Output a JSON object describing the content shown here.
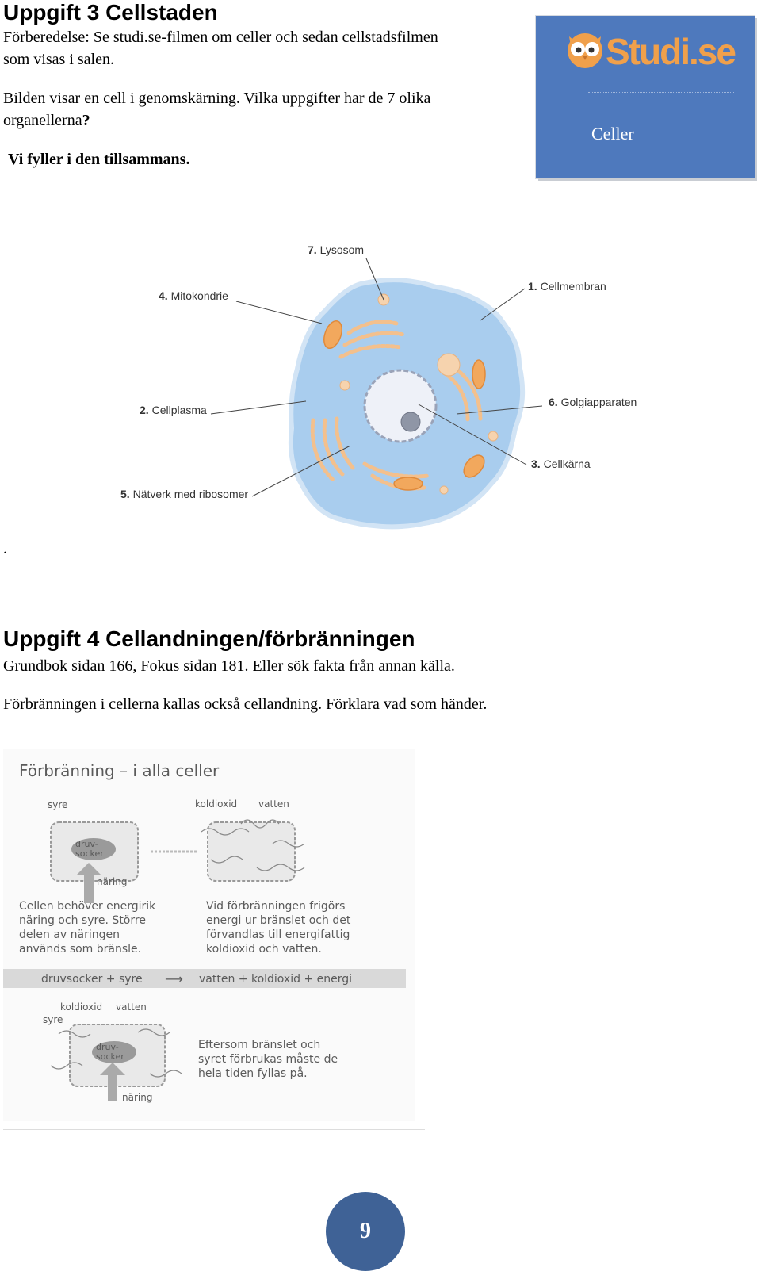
{
  "task3": {
    "title": "Uppgift 3 Cellstaden",
    "prep_line1": "Förberedelse: Se studi.se-filmen om celler och sedan cellstadsfilmen",
    "prep_line2": "som visas i salen.",
    "q_line1": "Bilden visar en cell i genomskärning. Vilka uppgifter har de 7 olika",
    "q_line2": "organellerna",
    "q_mark": "?",
    "together": "Vi fyller i den tillsammans."
  },
  "studi_card": {
    "logo_text": "Studi.se",
    "caption": "Celler"
  },
  "cell_diagram": {
    "labels": [
      {
        "num": "7.",
        "name": "Lysosom"
      },
      {
        "num": "4.",
        "name": "Mitokondrie"
      },
      {
        "num": "1.",
        "name": "Cellmembran"
      },
      {
        "num": "6.",
        "name": "Golgiapparaten"
      },
      {
        "num": "2.",
        "name": "Cellplasma"
      },
      {
        "num": "3.",
        "name": "Cellkärna"
      },
      {
        "num": "5.",
        "name": "Nätverk med ribosomer"
      }
    ]
  },
  "stray_dot": ".",
  "task4": {
    "title": "Uppgift 4 Cellandningen/förbränningen",
    "source": "Grundbok sidan 166, Fokus sidan 181.  Eller sök fakta från annan källa.",
    "question": "Förbränningen i cellerna kallas också cellandning. Förklara vad som händer."
  },
  "combustion_figure": {
    "title": "Förbränning – i alla celler",
    "top_left": {
      "syre": "syre",
      "druv": "druv-",
      "socker": "socker",
      "naring": "näring"
    },
    "top_right": {
      "koldioxid": "koldioxid",
      "vatten": "vatten"
    },
    "left_text": [
      "Cellen behöver energirik",
      "näring och syre. Större",
      "delen av näringen",
      "används som bränsle."
    ],
    "right_text": [
      "Vid förbränningen frigörs",
      "energi ur bränslet och det",
      "förvandlas till energifattig",
      "koldioxid och vatten."
    ],
    "equation_left": "druvsocker + syre",
    "equation_arrow": "⟶",
    "equation_right": "vatten + koldioxid + energi",
    "bottom": {
      "koldioxid": "koldioxid",
      "vatten": "vatten",
      "syre": "syre",
      "druv": "druv-",
      "socker": "socker",
      "naring": "näring"
    },
    "bottom_text": [
      "Eftersom bränslet och",
      "syret förbrukas måste de",
      "hela tiden fyllas på."
    ]
  },
  "page_number": "9",
  "colors": {
    "card_blue": "#4e79bd",
    "logo_orange": "#f0a04b",
    "cell_blue": "#a9cdee",
    "organelle_orange": "#f3c08d",
    "page_badge": "#3f6296"
  }
}
